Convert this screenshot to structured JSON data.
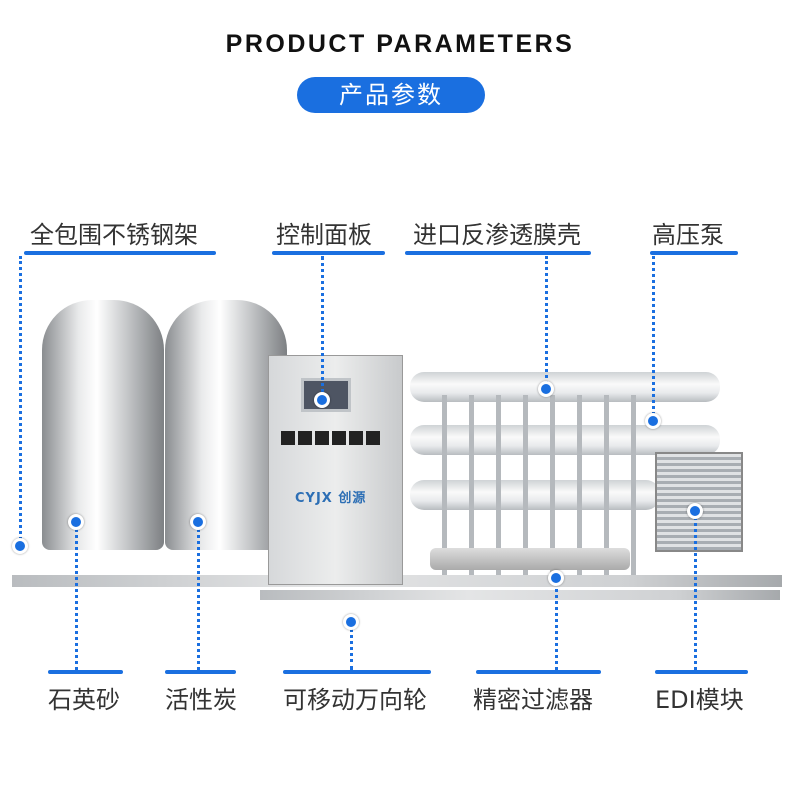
{
  "header": {
    "title": "PRODUCT PARAMETERS",
    "subtitle": "产品参数"
  },
  "labels_top": [
    "全包围不锈钢架",
    "控制面板",
    "进口反渗透膜壳",
    "高压泵"
  ],
  "labels_bottom": [
    "石英砂",
    "活性炭",
    "可移动万向轮",
    "精密过滤器",
    "EDI模块"
  ],
  "product_logo": "CYJX 创源",
  "colors": {
    "accent": "#1a6fe0",
    "text": "#333333"
  }
}
